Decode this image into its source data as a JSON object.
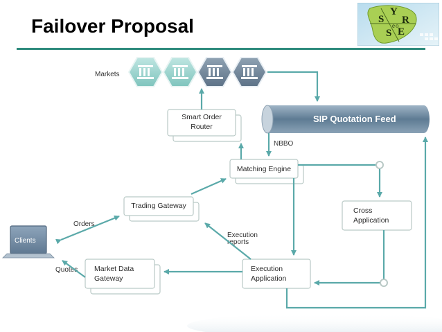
{
  "slide": {
    "title": "Failover Proposal"
  },
  "logo": {
    "letters": [
      "S",
      "Y",
      "R",
      "S",
      "E",
      "e",
      "o"
    ]
  },
  "diagram": {
    "markets_label": "Markets",
    "sip_feed": "SIP Quotation Feed",
    "nbbo_label": "NBBO",
    "smart_order_router": [
      "Smart Order",
      "Router"
    ],
    "matching_engine": "Matching Engine",
    "trading_gateway": "Trading Gateway",
    "cross_application": [
      "Cross",
      "Application"
    ],
    "execution_application": [
      "Execution",
      "Application"
    ],
    "market_data_gateway": [
      "Market Data",
      "Gateway"
    ],
    "clients": "Clients",
    "orders_label": "Orders",
    "quotes_label": "Quotes",
    "execution_reports_label": [
      "Execution",
      "reports"
    ]
  },
  "colors": {
    "accent": "#2e8b7d",
    "arrow": "#5aa9a9",
    "box_border": "#b9c9c6"
  }
}
